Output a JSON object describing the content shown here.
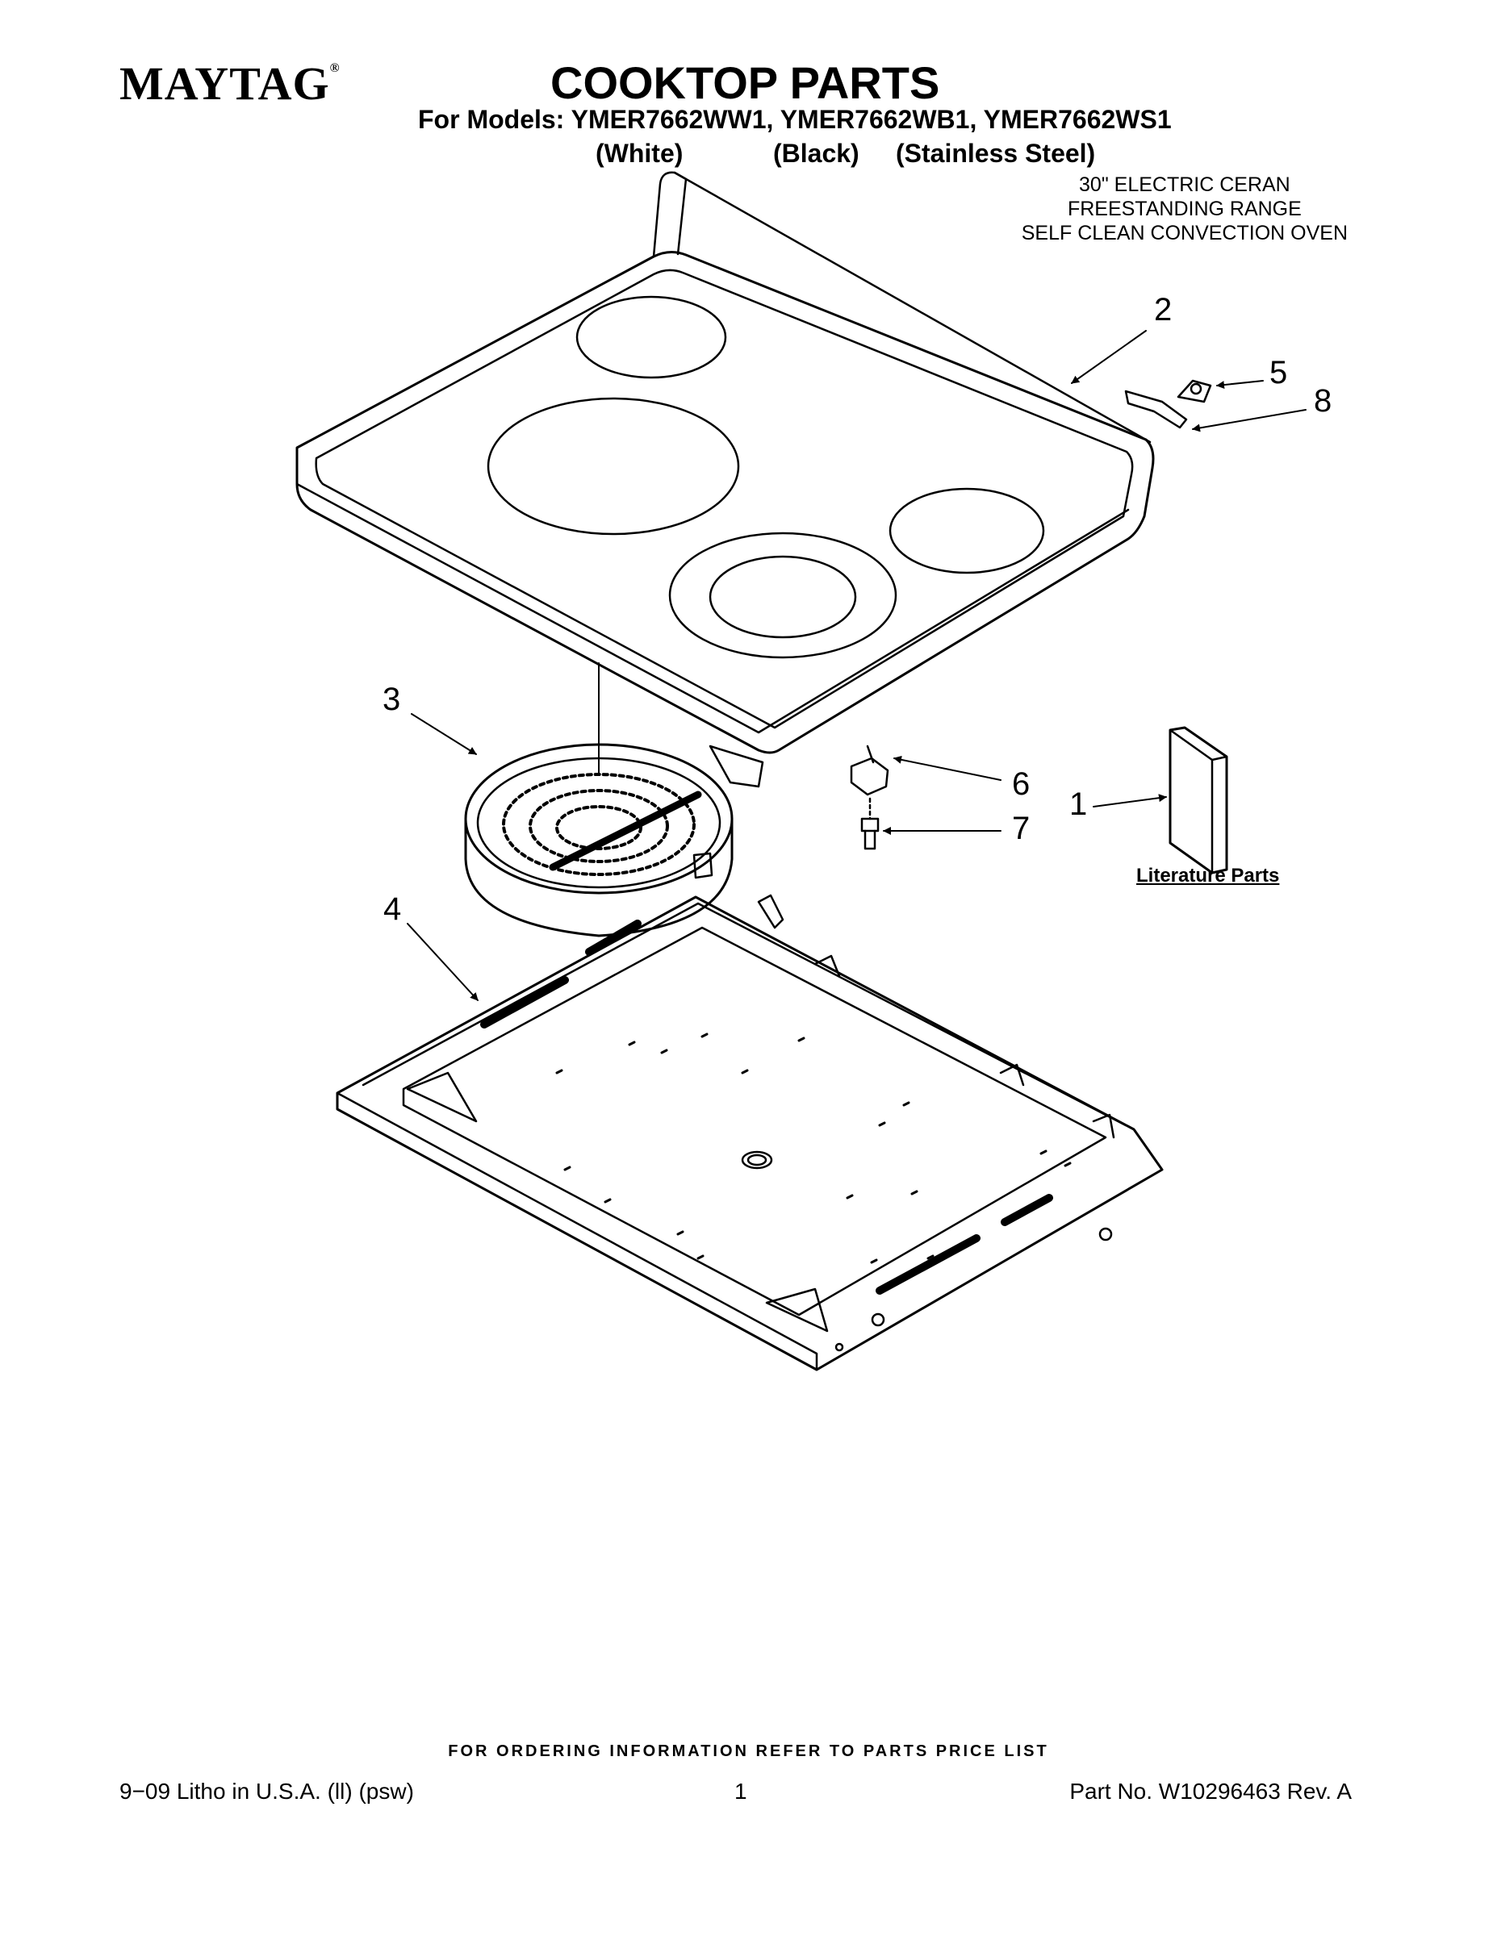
{
  "header": {
    "brand": "MAYTAG",
    "brand_mark": "®",
    "title": "COOKTOP PARTS",
    "models_line": "For Models: YMER7662WW1, YMER7662WB1, YMER7662WS1",
    "variants": [
      "(White)",
      "(Black)",
      "(Stainless Steel)"
    ],
    "description": [
      "30\" ELECTRIC CERAN",
      "FREESTANDING RANGE",
      "SELF CLEAN CONVECTION OVEN"
    ]
  },
  "diagram": {
    "callouts": [
      "1",
      "2",
      "3",
      "4",
      "5",
      "6",
      "7",
      "8"
    ],
    "literature_label": "Literature Parts"
  },
  "footer": {
    "ordering_note": "FOR ORDERING INFORMATION REFER TO PARTS PRICE LIST",
    "litho": "9−09 Litho in U.S.A. (ll) (psw)",
    "page_number": "1",
    "part_number": "Part No. W10296463 Rev. A"
  }
}
